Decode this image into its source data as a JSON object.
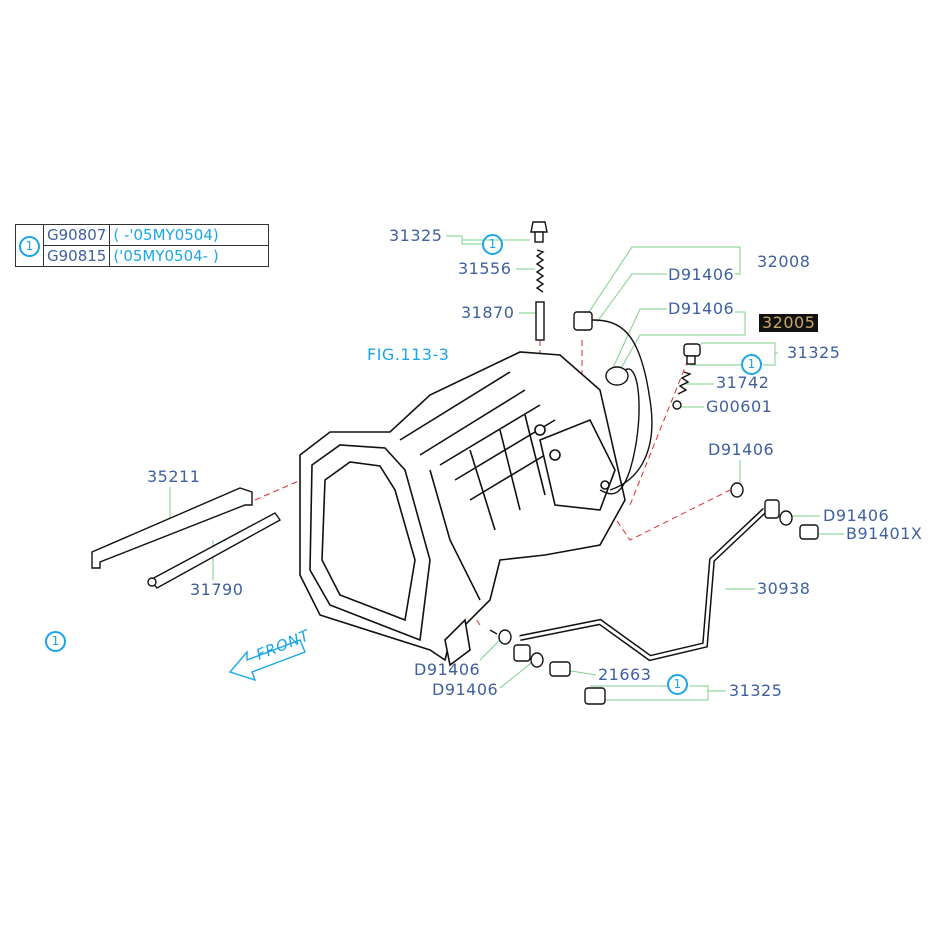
{
  "legend_table": {
    "marker": "1",
    "rows": [
      {
        "code": "G90807",
        "range": "(        -'05MY0504)"
      },
      {
        "code": "G90815",
        "range": "('05MY0504-        )"
      }
    ]
  },
  "markers": {
    "one": "1"
  },
  "labels": {
    "p31325_top": "31325",
    "p31556": "31556",
    "p31870": "31870",
    "fig_ref": "FIG.113-3",
    "d91406_a": "D91406",
    "p32008": "32008",
    "d91406_b": "D91406",
    "p32005": "32005",
    "p31325_right": "31325",
    "p31742": "31742",
    "g00601": "G00601",
    "d91406_c": "D91406",
    "p35211": "35211",
    "d91406_d": "D91406",
    "b91401x": "B91401X",
    "p31790": "31790",
    "p30938": "30938",
    "d91406_e": "D91406",
    "p21663": "21663",
    "d91406_f": "D91406",
    "p31325_bottom": "31325"
  },
  "front_label": "FRONT",
  "colors": {
    "text": "#3f5f9f",
    "accent": "#1aa6e6",
    "leader": "#7ccf8a",
    "dashed": "#e03030",
    "highlight_bg": "#111111",
    "highlight_text": "#c9a860"
  }
}
